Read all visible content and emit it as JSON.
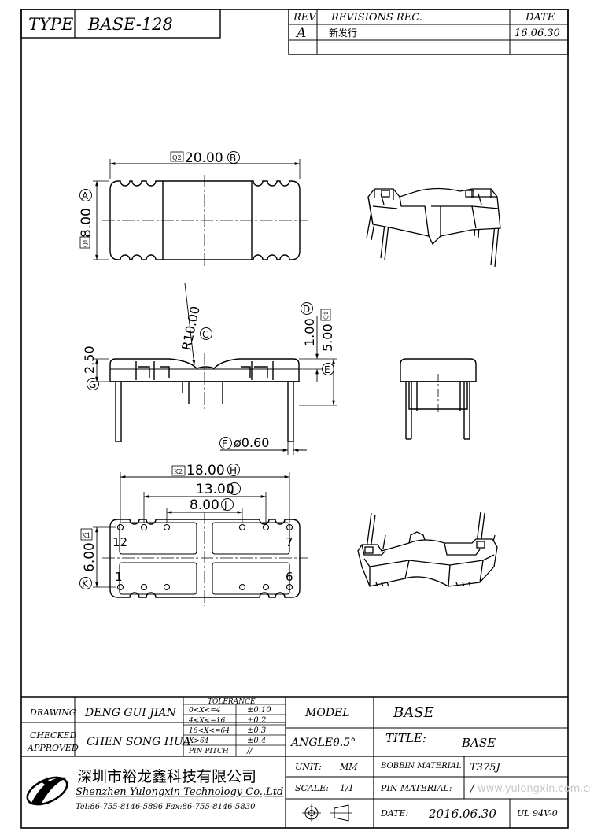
{
  "header": {
    "type_label": "TYPE",
    "part_number": "BASE-128",
    "rev_label": "REV",
    "revisions_label": "REVISIONS REC.",
    "date_label": "DATE",
    "rev_value": "A",
    "revision_note": "新发行",
    "rev_date": "16.06.30"
  },
  "top_view": {
    "width_tag": "Q2",
    "width_dim": "20.00",
    "width_ref": "B",
    "height_ref": "A",
    "height_dim": "8.00",
    "height_tag": "Q1"
  },
  "side_view": {
    "radius_dim": "R10.00",
    "radius_ref": "C",
    "depth_ref": "D",
    "depth_dim": "1.00",
    "total_dim": "5.00",
    "total_tag": "Q1",
    "base_dim": "2.50",
    "base_ref": "G",
    "e_ref": "E",
    "pin_ref": "F",
    "pin_dim": "ø0.60"
  },
  "bottom_view": {
    "span_tag": "K2",
    "span_dim": "18.00",
    "span_ref": "H",
    "mid_dim": "13.00",
    "mid_ref": "I",
    "inner_dim": "8.00",
    "inner_ref": "J",
    "row_tag": "K1",
    "row_dim": "6.00",
    "row_ref": "K",
    "pin_12": "12",
    "pin_7": "7",
    "pin_1": "1",
    "pin_6": "6"
  },
  "title_block": {
    "drawing_label": "DRAWING",
    "drawing_name": "DENG GUI JIAN",
    "checked_label": "CHECKED",
    "approved_label": "APPROVED",
    "approved_name": "CHEN SONG HUA",
    "tolerance_label": "TOLERANCE",
    "tolerances": [
      {
        "range": "0<X<=4",
        "value": "±0.10"
      },
      {
        "range": "4<X<=16",
        "value": "±0.2"
      },
      {
        "range": "16<X<=64",
        "value": "±0.3"
      },
      {
        "range": "X>64",
        "value": "±0.4"
      },
      {
        "range": "PIN PITCH",
        "value": "//"
      }
    ],
    "model_label": "MODEL",
    "model_value": "BASE",
    "angle_label": "ANGLE:",
    "angle_value": "0.5°",
    "title_label": "TITLE:",
    "title_value": "BASE",
    "company_cn": "深圳市裕龙鑫科技有限公司",
    "company_en": "Shenzhen Yulongxin Technology Co.,Ltd",
    "contact": "Tel:86-755-8146-5896  Fax:86-755-8146-5830",
    "unit_label": "UNIT:",
    "unit_value": "MM",
    "scale_label": "SCALE:",
    "scale_value": "1/1",
    "bobbin_material_label": "BOBBIN MATERIAL",
    "bobbin_material_value": "T375J",
    "pin_material_label": "PIN MATERIAL:",
    "pin_material_value": "/",
    "date_label": "DATE:",
    "date_value": "2016.06.30",
    "rating": "UL 94V-0",
    "watermark": "www.yulongxin.com.cn"
  }
}
